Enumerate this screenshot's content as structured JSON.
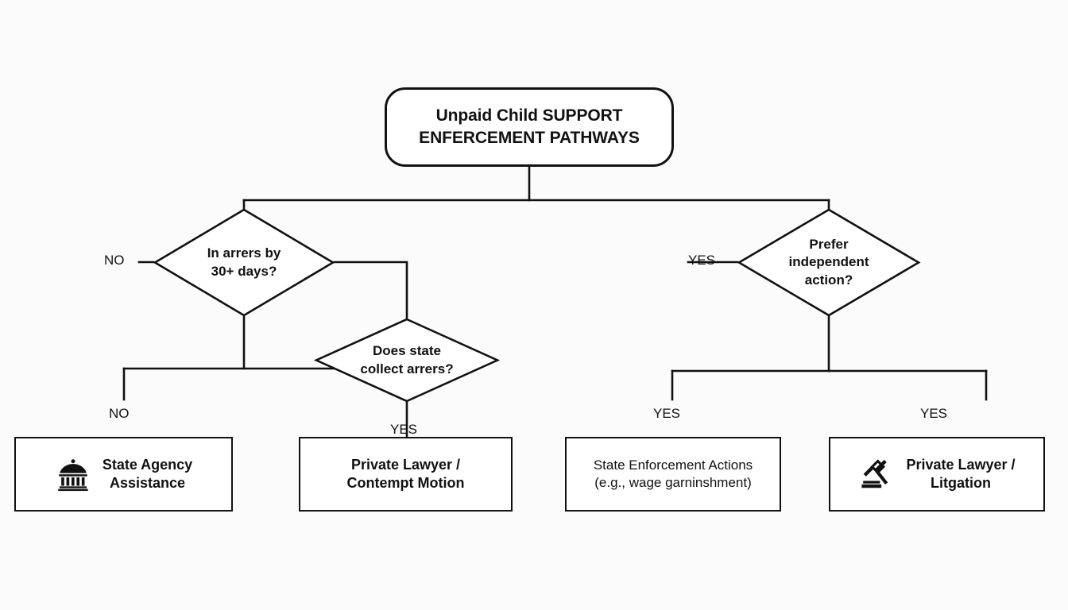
{
  "diagram": {
    "type": "flowchart",
    "background_color": "#fbfbfc",
    "stroke_color": "#111111",
    "fill_color": "#ffffff",
    "title": {
      "line1": "Unpaid Child SUPPORT",
      "line2": "ENFERCEMENT PATHWAYS"
    },
    "decisions": [
      {
        "id": "arrears",
        "line1": "In arrers by",
        "line2": "30+ days?",
        "line3": ""
      },
      {
        "id": "collect",
        "line1": "Does state",
        "line2": "collect arrers?",
        "line3": ""
      },
      {
        "id": "prefer",
        "line1": "Prefer",
        "line2": "independent",
        "line3": "action?"
      }
    ],
    "edge_labels": {
      "no_left": "NO",
      "no_agency": "NO",
      "yes_contempt": "YES",
      "yes_prefer": "YES",
      "yes_state": "YES",
      "yes_litigation": "YES"
    },
    "outcomes": [
      {
        "id": "state-agency",
        "icon": "government-building-icon",
        "line1": "State Agency",
        "line2": "Assistance",
        "bold": true
      },
      {
        "id": "contempt",
        "icon": "",
        "line1": "Private Lawyer /",
        "line2": "Contempt Motion",
        "bold": true
      },
      {
        "id": "state-enforcement",
        "icon": "",
        "line1": "State Enforcement Actions",
        "line2": "(e.g., wage garninshment)",
        "bold": false
      },
      {
        "id": "litigation",
        "icon": "gavel-icon",
        "line1": "Private Lawyer /",
        "line2": "Litgation",
        "bold": true
      }
    ]
  }
}
